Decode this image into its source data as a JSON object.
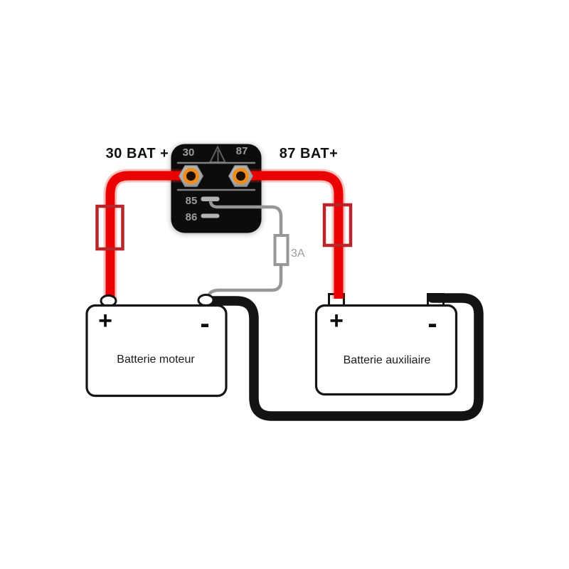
{
  "relay": {
    "pins": {
      "p30": "30",
      "p87": "87",
      "p85": "85",
      "p86": "86"
    }
  },
  "wires": {
    "label_30": "30 BAT +",
    "label_87": "87 BAT+"
  },
  "fuses": {
    "control_rating": "3A"
  },
  "batteries": {
    "left": {
      "name": "Batterie moteur",
      "plus": "+",
      "minus": "-"
    },
    "right": {
      "name": "Batterie auxiliaire",
      "plus": "+",
      "minus": "-"
    }
  },
  "colors": {
    "positive_wire": "#e90201",
    "positive_glow": "rgba(240,40,30,0.28)",
    "fuse_outline": "#b9252b",
    "ground_wire": "#131313",
    "control_wire": "#979797",
    "relay_body": "#0c0c0c",
    "relay_text": "#9d9d9d",
    "terminal_ring": "#ef8d1b"
  }
}
